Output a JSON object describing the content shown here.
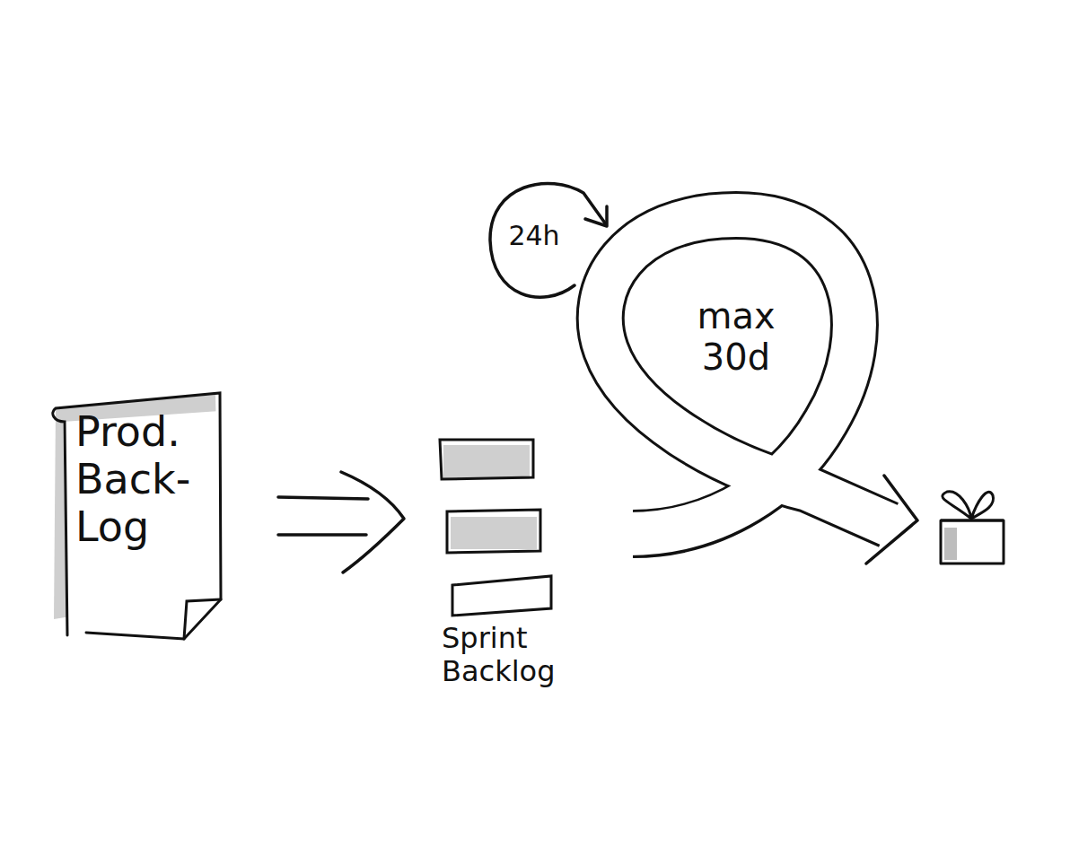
{
  "diagram": {
    "nodes": [
      {
        "text": [
          "Prod. Back- Log"
        ]
      },
      {
        "text": [
          "Sprint Backlog"
        ]
      },
      {
        "text": [
          "max 30d"
        ]
      },
      {
        "text": [
          "24h"
        ]
      }
    ],
    "edges": [
      {
        "from": 0,
        "to": 1,
        "arrow": "to"
      }
    ]
  }
}
